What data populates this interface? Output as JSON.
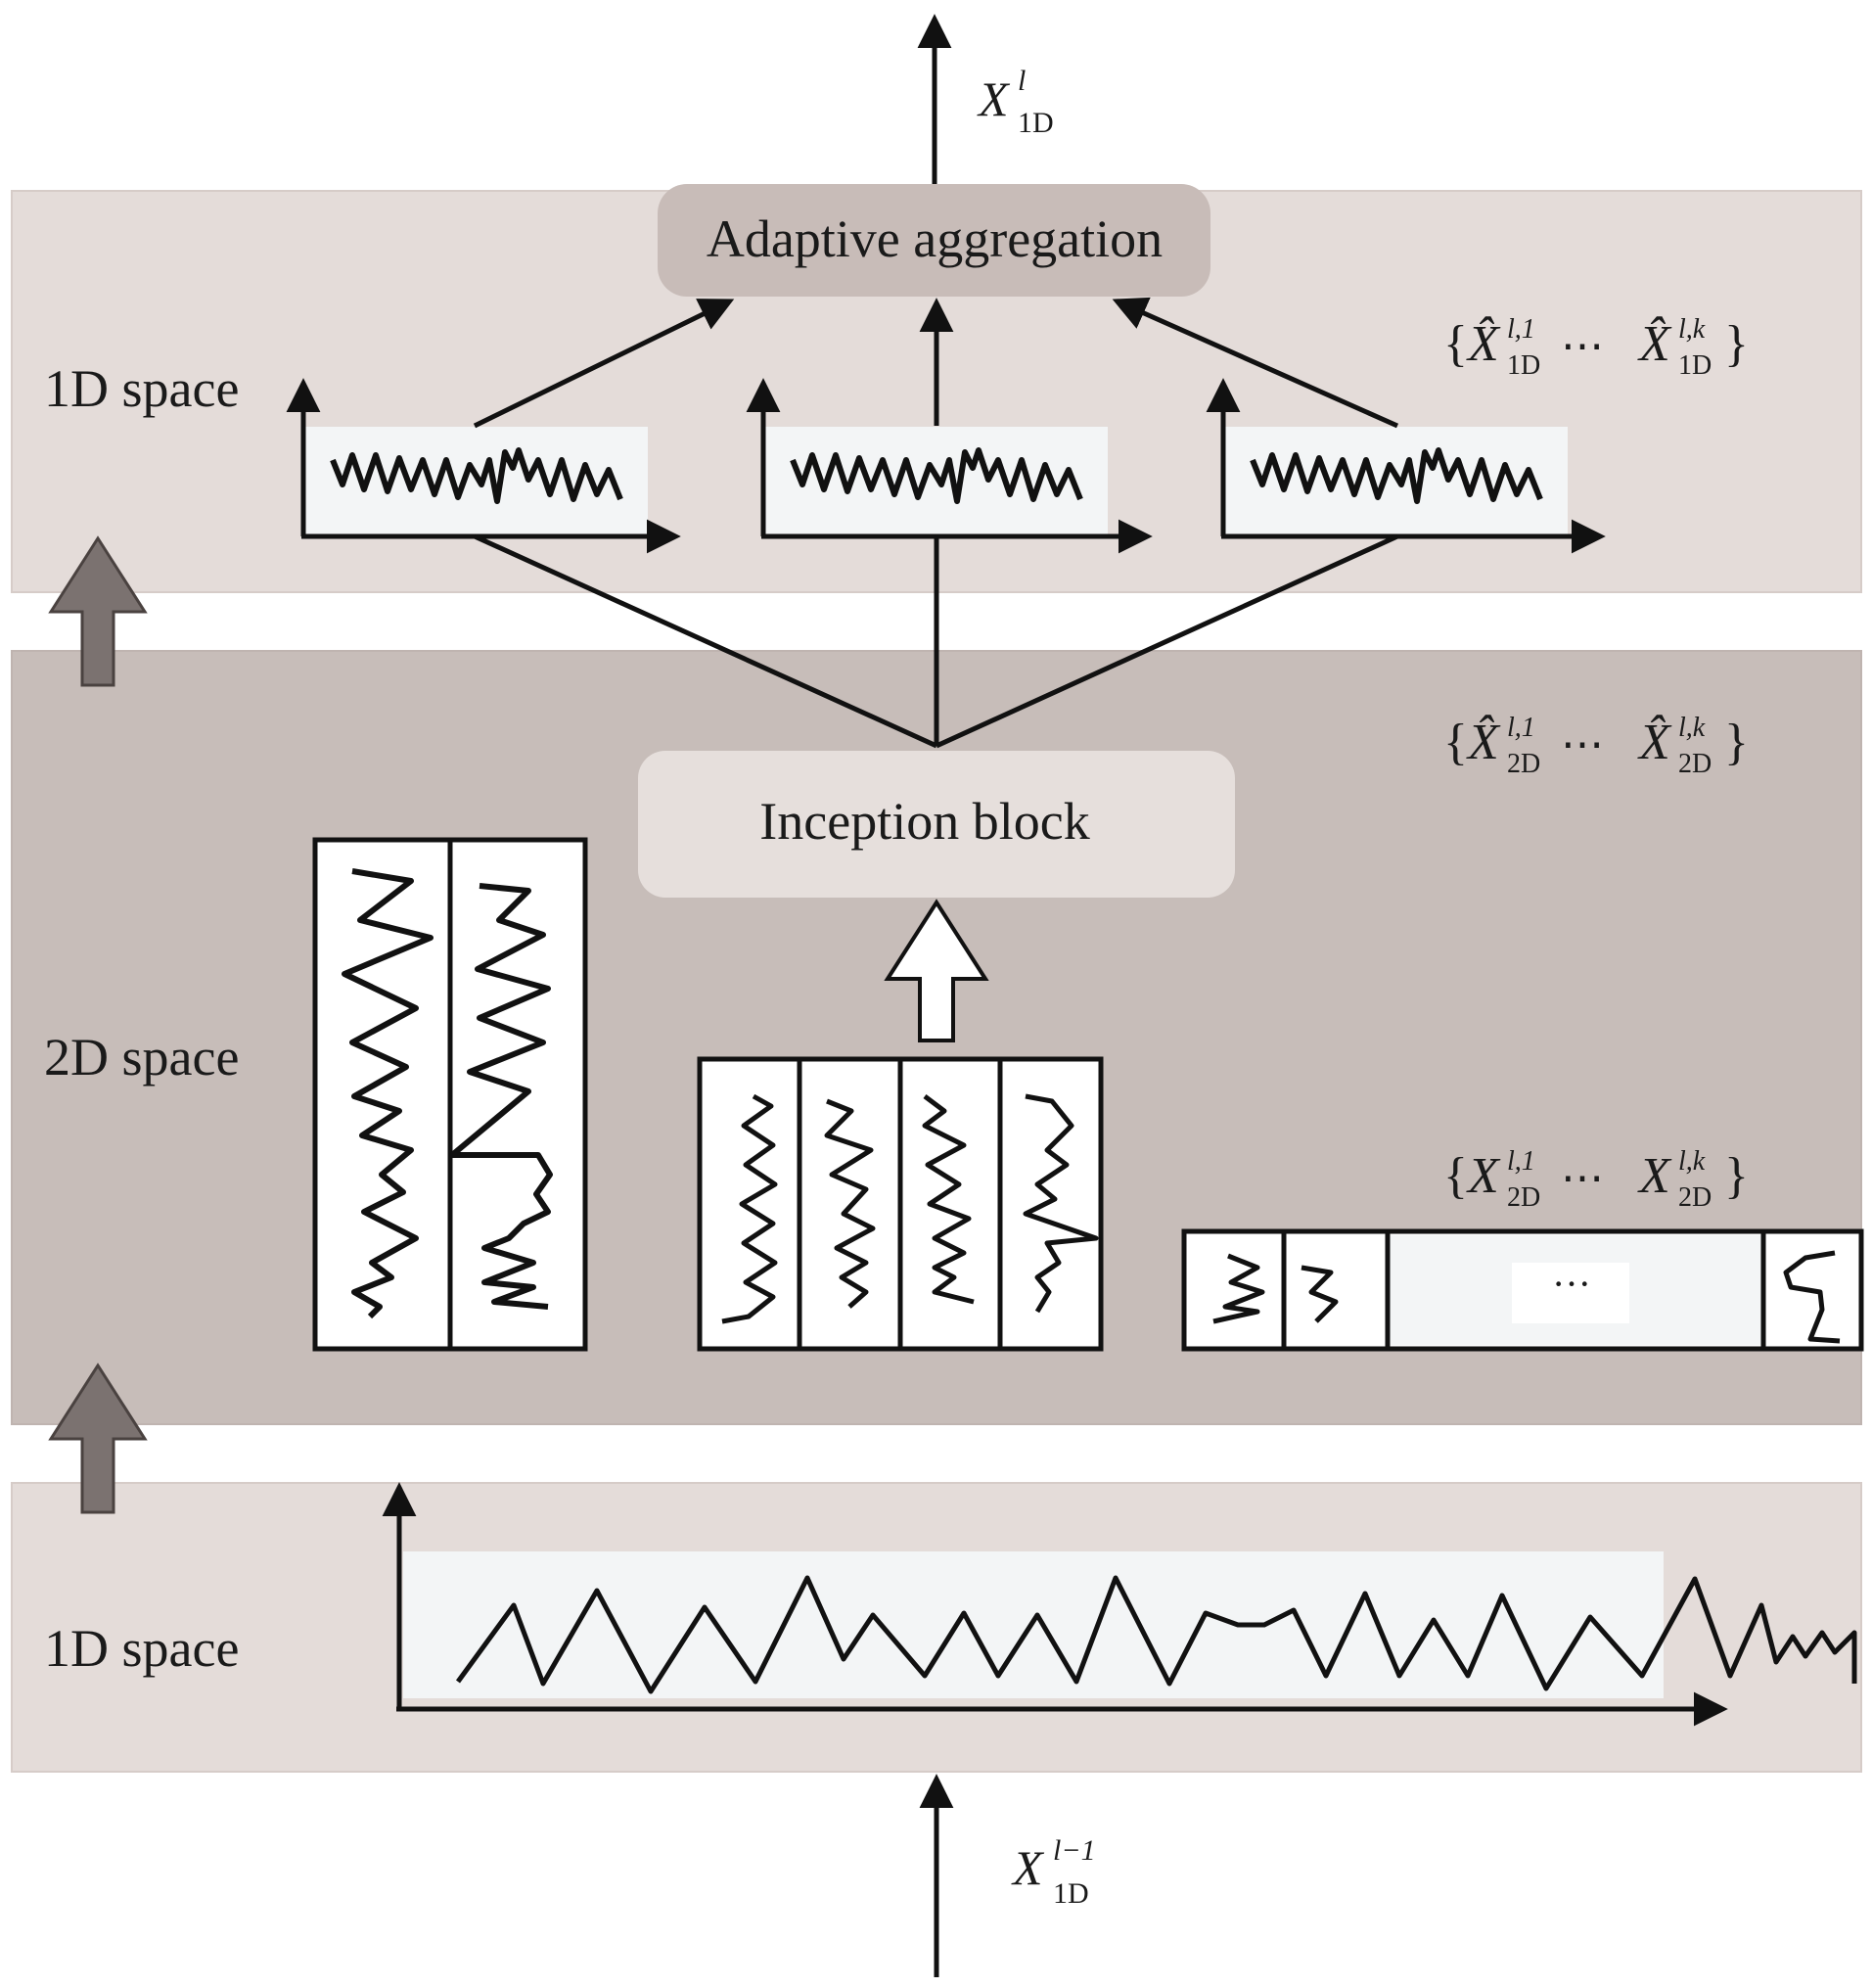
{
  "output_label": {
    "base": "X",
    "sup": "l",
    "sub": "1D"
  },
  "input_label": {
    "base": "X",
    "sup": "l−1",
    "sub": "1D"
  },
  "top_band": {
    "space_label": "1D space",
    "aggregation_label": "Adaptive aggregation",
    "set_label": {
      "open": "{",
      "base": "X̂",
      "sup_first": "l,1",
      "sup_last": "l,k",
      "sub": "1D",
      "ellipsis": "⋯",
      "close": "}"
    }
  },
  "middle_band": {
    "space_label": "2D space",
    "inception_label": "Inception block",
    "set_hat_label": {
      "open": "{",
      "base": "X̂",
      "sup_first": "l,1",
      "sup_last": "l,k",
      "sub": "2D",
      "ellipsis": "⋯",
      "close": "}"
    },
    "set_label": {
      "open": "{",
      "base": "X",
      "sup_first": "l,1",
      "sup_last": "l,k",
      "sub": "2D",
      "ellipsis": "⋯",
      "close": "}"
    },
    "strip_ellipsis": "···"
  },
  "bottom_band": {
    "space_label": "1D space"
  },
  "colors": {
    "band_light": "#e4dcd9",
    "band_dark": "#c7bdb9",
    "box_light": "#e6dfdc",
    "box_agg": "#c8bcb8",
    "plot_bg": "#f3f5f6",
    "arrow_fat": "#7b7270",
    "stroke": "#111111"
  }
}
